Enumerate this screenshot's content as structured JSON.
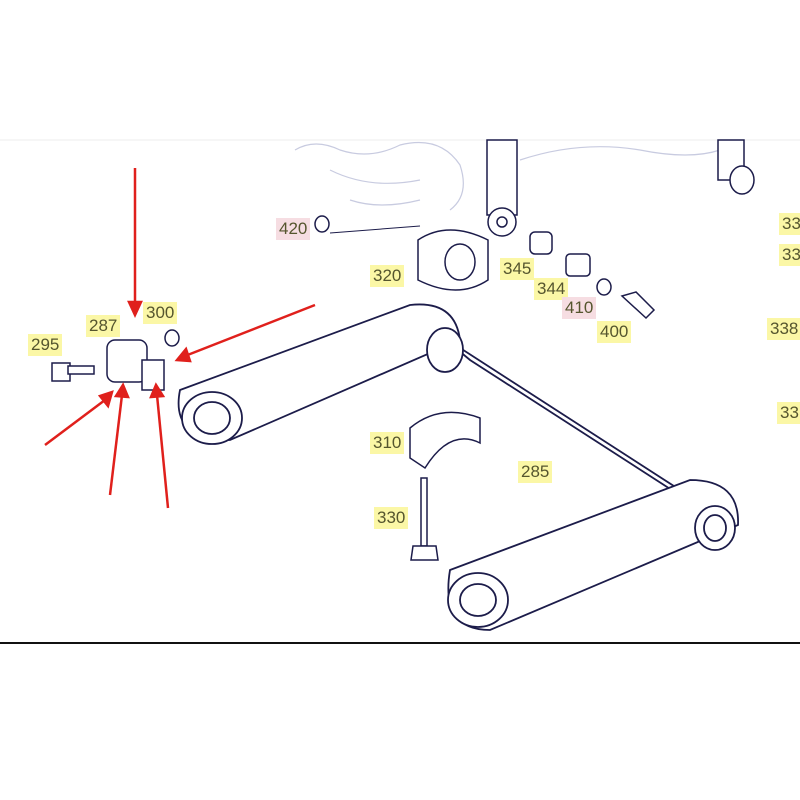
{
  "labels": {
    "p420": "420",
    "p320": "320",
    "p345": "345",
    "p344": "344",
    "p410": "410",
    "p400": "400",
    "p287": "287",
    "p300": "300",
    "p295": "295",
    "p310": "310",
    "p285": "285",
    "p330": "330",
    "r1": "33",
    "r2": "33",
    "r3": "338",
    "r4": "33"
  },
  "colors": {
    "highlight": "#fbf7a6",
    "highlight_pink": "#f6dde2",
    "arrow": "#e0201c",
    "line": "#2a2a5a"
  }
}
